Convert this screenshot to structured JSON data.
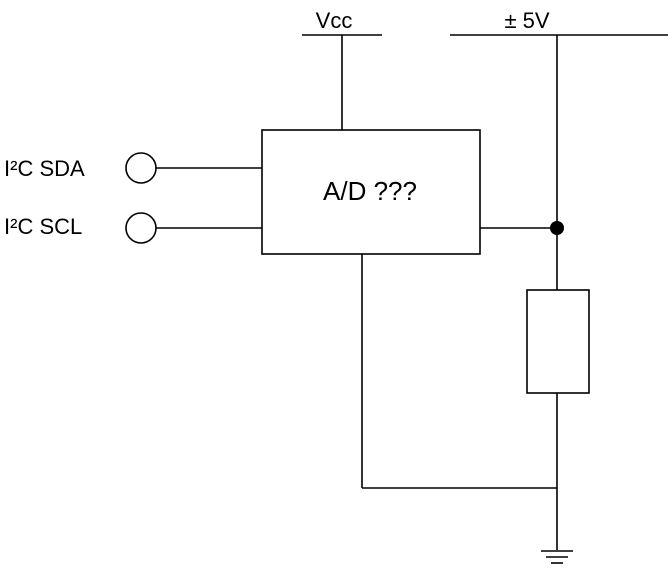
{
  "rails": {
    "vcc_label": "Vcc",
    "supply_label": "± 5V"
  },
  "chip": {
    "label": "A/D ???"
  },
  "pins": {
    "sda_label": "I²C SDA",
    "scl_label": "I²C SCL"
  },
  "colors": {
    "line": "#000000",
    "background": "#ffffff"
  },
  "icons": {
    "terminal": "open-circle-terminal",
    "junction": "filled-dot",
    "ground": "ground-symbol",
    "resistor": "rectangle-resistor"
  }
}
